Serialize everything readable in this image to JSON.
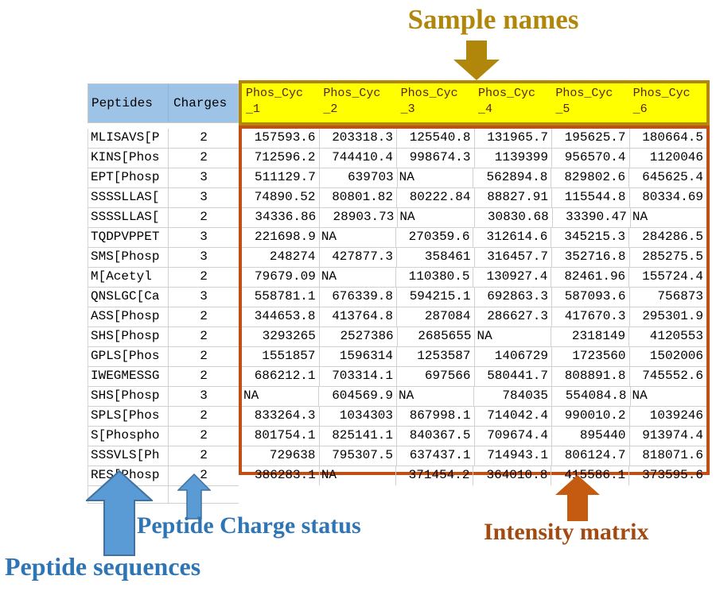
{
  "annotations": {
    "sample_names": "Sample names",
    "peptide_sequences": "Peptide sequences",
    "peptide_charge_status": "Peptide Charge status",
    "intensity_matrix": "Intensity matrix"
  },
  "colors": {
    "gold_annotation": "#B0860B",
    "yellow_header_fill": "#FFFF00",
    "yellow_header_text": "#5B2019",
    "left_header_fill": "#9DC3E6",
    "matrix_border": "#C04F16",
    "blue_label_text": "#2E75B6",
    "blue_arrow_fill": "#5B9BD5",
    "blue_arrow_stroke": "#41719C",
    "orange_arrow_fill": "#C55A11",
    "orange_label_text": "#A34A10"
  },
  "table": {
    "peptides_header": "Peptides",
    "charges_header": "Charges",
    "na_text": "NA",
    "sample_headers": [
      {
        "line1": "Phos_Cyc",
        "line2": "_1"
      },
      {
        "line1": "Phos_Cyc",
        "line2": "_2"
      },
      {
        "line1": "Phos_Cyc",
        "line2": "_3"
      },
      {
        "line1": "Phos_Cyc",
        "line2": "_4"
      },
      {
        "line1": "Phos_Cyc",
        "line2": "_5"
      },
      {
        "line1": "Phos_Cyc",
        "line2": "_6"
      }
    ],
    "rows": [
      {
        "peptide": "MLISAVS[P",
        "charge": "2",
        "values": [
          "157593.6",
          "203318.3",
          "125540.8",
          "131965.7",
          "195625.7",
          "180664.5"
        ]
      },
      {
        "peptide": "KINS[Phos",
        "charge": "2",
        "values": [
          "712596.2",
          "744410.4",
          "998674.3",
          "1139399",
          "956570.4",
          "1120046"
        ]
      },
      {
        "peptide": "EPT[Phosp",
        "charge": "3",
        "values": [
          "511129.7",
          "639703",
          "NA",
          "562894.8",
          "829802.6",
          "645625.4"
        ]
      },
      {
        "peptide": "SSSSLLAS[",
        "charge": "3",
        "values": [
          "74890.52",
          "80801.82",
          "80222.84",
          "88827.91",
          "115544.8",
          "80334.69"
        ]
      },
      {
        "peptide": "SSSSLLAS[",
        "charge": "2",
        "values": [
          "34336.86",
          "28903.73",
          "NA",
          "30830.68",
          "33390.47",
          "NA"
        ]
      },
      {
        "peptide": "TQDPVPPET",
        "charge": "3",
        "values": [
          "221698.9",
          "NA",
          "270359.6",
          "312614.6",
          "345215.3",
          "284286.5"
        ]
      },
      {
        "peptide": "SMS[Phosp",
        "charge": "3",
        "values": [
          "248274",
          "427877.3",
          "358461",
          "316457.7",
          "352716.8",
          "285275.5"
        ]
      },
      {
        "peptide": "M[Acetyl",
        "charge": "2",
        "values": [
          "79679.09",
          "NA",
          "110380.5",
          "130927.4",
          "82461.96",
          "155724.4"
        ]
      },
      {
        "peptide": "QNSLGC[Ca",
        "charge": "3",
        "values": [
          "558781.1",
          "676339.8",
          "594215.1",
          "692863.3",
          "587093.6",
          "756873"
        ]
      },
      {
        "peptide": "ASS[Phosp",
        "charge": "2",
        "values": [
          "344653.8",
          "413764.8",
          "287084",
          "286627.3",
          "417670.3",
          "295301.9"
        ]
      },
      {
        "peptide": "SHS[Phosp",
        "charge": "2",
        "values": [
          "3293265",
          "2527386",
          "2685655",
          "NA",
          "2318149",
          "4120553"
        ]
      },
      {
        "peptide": "GPLS[Phos",
        "charge": "2",
        "values": [
          "1551857",
          "1596314",
          "1253587",
          "1406729",
          "1723560",
          "1502006"
        ]
      },
      {
        "peptide": "IWEGMESSG",
        "charge": "2",
        "values": [
          "686212.1",
          "703314.1",
          "697566",
          "580441.7",
          "808891.8",
          "745552.6"
        ]
      },
      {
        "peptide": "SHS[Phosp",
        "charge": "3",
        "values": [
          "NA",
          "604569.9",
          "NA",
          "784035",
          "554084.8",
          "NA"
        ]
      },
      {
        "peptide": "SPLS[Phos",
        "charge": "2",
        "values": [
          "833264.3",
          "1034303",
          "867998.1",
          "714042.4",
          "990010.2",
          "1039246"
        ]
      },
      {
        "peptide": "S[Phospho",
        "charge": "2",
        "values": [
          "801754.1",
          "825141.1",
          "840367.5",
          "709674.4",
          "895440",
          "913974.4"
        ]
      },
      {
        "peptide": "SSSVLS[Ph",
        "charge": "2",
        "values": [
          "729638",
          "795307.5",
          "637437.1",
          "714943.1",
          "806124.7",
          "818071.6"
        ]
      },
      {
        "peptide": "RES[Phosp",
        "charge": "2",
        "values": [
          "386283.1",
          "NA",
          "371454.2",
          "364010.8",
          "415586.1",
          "373595.6"
        ]
      }
    ]
  }
}
